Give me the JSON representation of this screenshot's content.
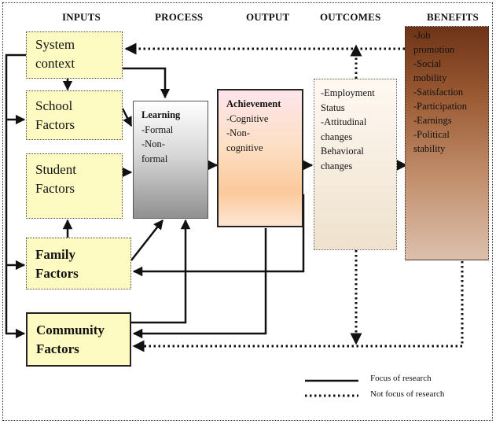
{
  "headers": {
    "inputs": "INPUTS",
    "process": "PROCESS",
    "output": "OUTPUT",
    "outcomes": "OUTCOMES",
    "benefits": "BENEFITS"
  },
  "inputs": {
    "system_context": [
      "System",
      "context"
    ],
    "school_factors": [
      "School",
      "Factors"
    ],
    "student_factors": [
      "Student",
      "Factors"
    ],
    "family_factors": [
      "Family",
      "Factors"
    ],
    "community_factors": [
      "Community",
      "Factors"
    ]
  },
  "process": {
    "title": "Learning",
    "items": [
      "-Formal",
      "-Non-",
      "formal"
    ]
  },
  "output": {
    "title": "Achievement",
    "items": [
      "-Cognitive",
      "-Non-",
      "cognitive"
    ]
  },
  "outcomes": {
    "items": [
      "-Employment",
      "Status",
      "-Attitudinal",
      "changes",
      "Behavioral",
      "changes"
    ]
  },
  "benefits": {
    "items": [
      "-Job",
      "promotion",
      "-Social",
      "mobility",
      "-Satisfaction",
      "-Participation",
      "-Earnings",
      "-Political",
      "stability"
    ]
  },
  "legend": {
    "solid_label": "Focus of research",
    "dotted_label": "Not focus of research"
  }
}
